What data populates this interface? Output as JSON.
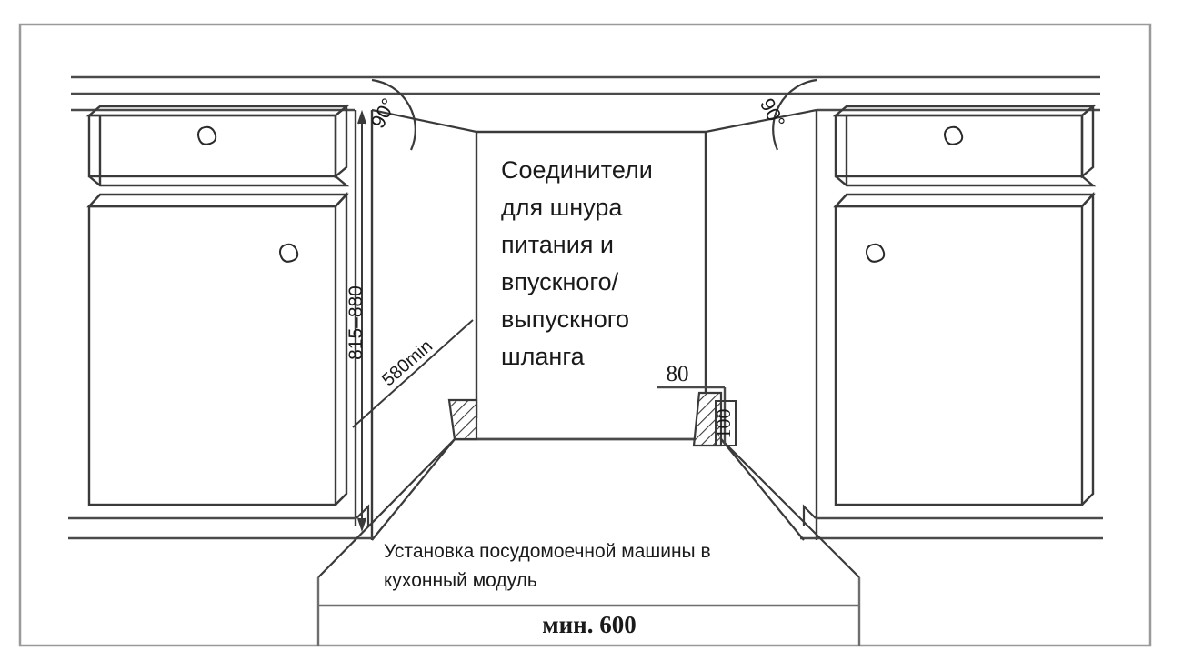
{
  "diagram": {
    "title": "Установка посудомоечной машины в кухонный модуль",
    "caption_line1": "Установка посудомоечной машины в",
    "caption_line2": "кухонный модуль",
    "niche_note": {
      "lines": [
        "Соединители",
        "для шнура",
        "питания и",
        "впускного/",
        "выпускного",
        "шланга"
      ]
    },
    "dimensions": {
      "height_range": "815–880",
      "depth_min": "580min",
      "offset_top": "80",
      "offset_side": "100",
      "width_min": "мин. 600",
      "angle_left": "90°",
      "angle_right": "90°"
    },
    "colors": {
      "line": "#3a3a3a",
      "line_light": "#6e6e6e",
      "text": "#1a1a1a",
      "frame": "#8c8c8c",
      "background": "#ffffff"
    }
  }
}
